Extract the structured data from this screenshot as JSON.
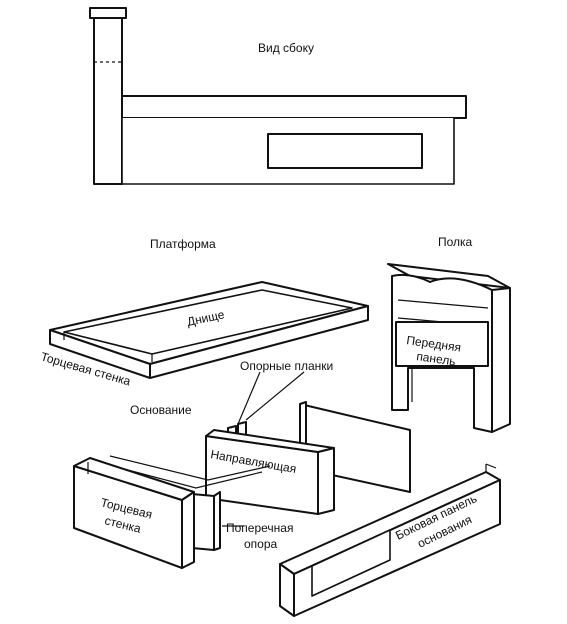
{
  "labels": {
    "side_view": "Вид сбоку",
    "platform": "Платформа",
    "shelf": "Полка",
    "bottom": "Днище",
    "end_wall_top": "Торцевая стенка",
    "front_panel_1": "Передняя",
    "front_panel_2": "панель",
    "support_strips": "Опорные планки",
    "base": "Основание",
    "guide": "Направляющая",
    "end_wall_1": "Торцевая",
    "end_wall_2": "стенка",
    "cross_support_1": "Поперечная",
    "cross_support_2": "опора",
    "side_panel_1": "Боковая панель",
    "side_panel_2": "основания"
  }
}
